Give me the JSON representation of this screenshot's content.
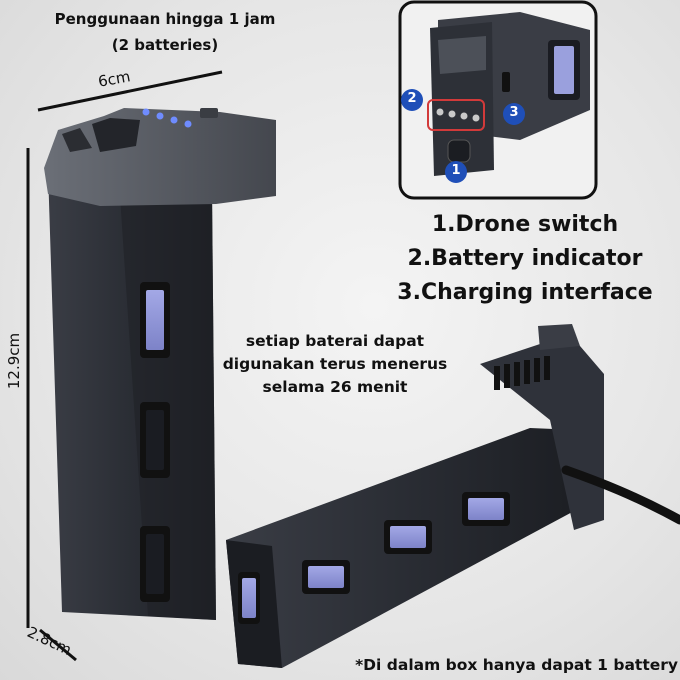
{
  "texts": {
    "usage_time_line1": "Penggunaan hingga 1 jam",
    "usage_time_line2": "(2 batteries)",
    "width_dim": "6cm",
    "height_dim": "12.9cm",
    "depth_dim": "2.8cm",
    "feature_1": "1.Drone switch",
    "feature_2": "2.Battery indicator",
    "feature_3": "3.Charging interface",
    "battery_life_line1": "setiap baterai dapat",
    "battery_life_line2": "digunakan terus menerus",
    "battery_life_line3": "selama 26 menit",
    "box_note": "*Di dalam box hanya dapat 1 battery"
  },
  "callouts": {
    "c1": "1",
    "c2": "2",
    "c3": "3"
  },
  "colors": {
    "battery_body": "#2a2d34",
    "battery_cap": "#5a5e66",
    "window_light": "#8f95d6",
    "led": "#6f8cff",
    "callout_blue": "#1f4fb8",
    "highlight_red": "#d23a3a"
  }
}
